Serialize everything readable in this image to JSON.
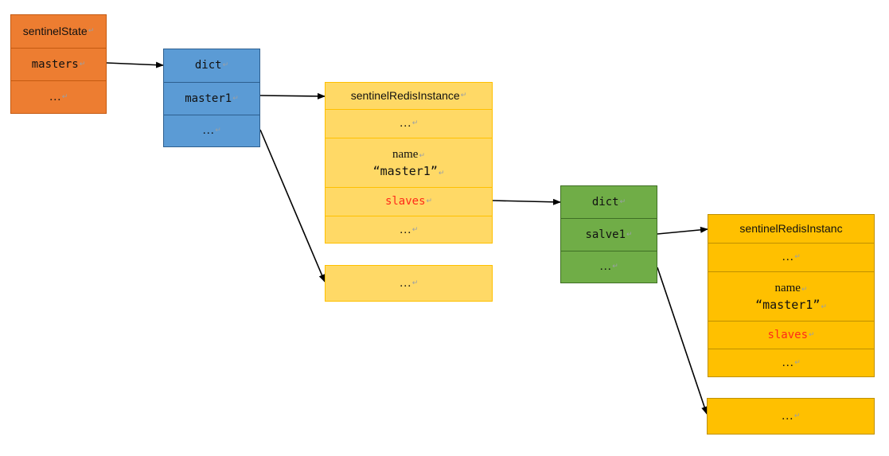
{
  "sentinel_state": {
    "title": "sentinelState",
    "masters": "masters",
    "ellipsis": "…"
  },
  "masters_dict": {
    "title": "dict",
    "entry": "master1",
    "ellipsis": "…"
  },
  "master_instance": {
    "title": "sentinelRedisInstance",
    "ellipsis_top": "…",
    "name_label": "name",
    "name_value": "“master1”",
    "slaves": "slaves",
    "ellipsis_bottom": "…"
  },
  "master_other": {
    "ellipsis": "…"
  },
  "slaves_dict": {
    "title": "dict",
    "entry": "salve1",
    "ellipsis": "…"
  },
  "slave_instance": {
    "title": "sentinelRedisInstanc",
    "ellipsis_top": "…",
    "name_label": "name",
    "name_value": "“master1”",
    "slaves": "slaves",
    "ellipsis_bottom": "…"
  },
  "slave_other": {
    "ellipsis": "…"
  },
  "colors": {
    "sentinel_state": "#ed7d31",
    "dict_masters": "#5b9bd5",
    "dict_slaves": "#70ad47",
    "master_instance": "#ffd966",
    "slave_instance": "#ffc000",
    "slaves_text": "#ff2a1a"
  }
}
